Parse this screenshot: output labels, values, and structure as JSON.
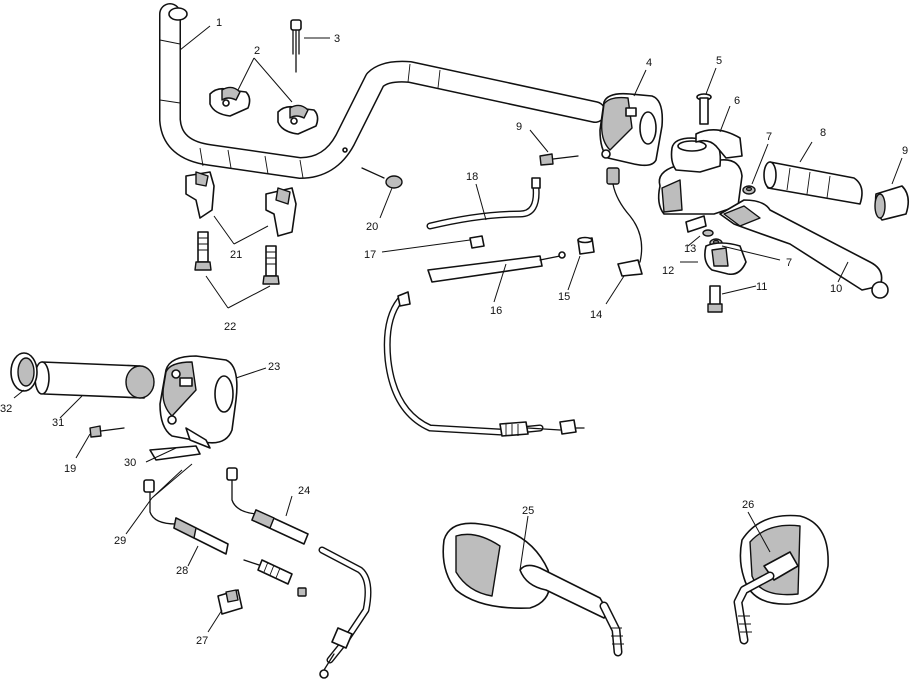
{
  "callouts": {
    "c1": "1",
    "c2": "2",
    "c3": "3",
    "c4": "4",
    "c5": "5",
    "c6": "6",
    "c7a": "7",
    "c7b": "7",
    "c8": "8",
    "c9a": "9",
    "c9b": "9",
    "c10": "10",
    "c11": "11",
    "c12": "12",
    "c13": "13",
    "c14": "14",
    "c15": "15",
    "c16": "16",
    "c17": "17",
    "c18": "18",
    "c19": "19",
    "c20": "20",
    "c21": "21",
    "c22": "22",
    "c23": "23",
    "c24": "24",
    "c25": "25",
    "c26": "26",
    "c27": "27",
    "c28": "28",
    "c29": "29",
    "c30": "30",
    "c31": "31",
    "c32": "32"
  }
}
